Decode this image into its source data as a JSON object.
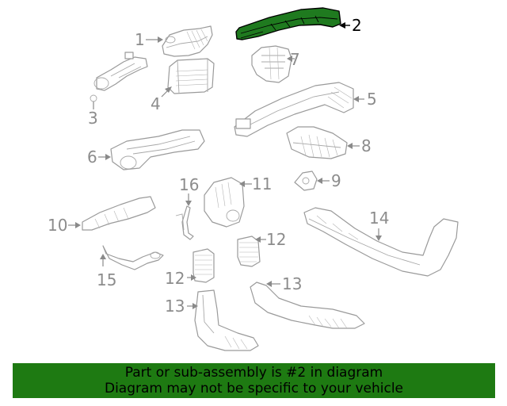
{
  "diagram": {
    "callouts": {
      "c1": "1",
      "c2": "2",
      "c3": "3",
      "c4": "4",
      "c5": "5",
      "c6": "6",
      "c7": "7",
      "c8": "8",
      "c9": "9",
      "c10": "10",
      "c11": "11",
      "c12a": "12",
      "c12b": "12",
      "c13a": "13",
      "c13b": "13",
      "c14": "14",
      "c15": "15",
      "c16": "16"
    },
    "highlighted_part": "2",
    "colors": {
      "highlight_fill": "#1f7a1f",
      "line": "#9a9a9a",
      "banner": "#1e7a12"
    }
  },
  "banner": {
    "line1": "Part or sub-assembly is #2 in diagram",
    "line2": "Diagram may not be specific to your vehicle"
  }
}
